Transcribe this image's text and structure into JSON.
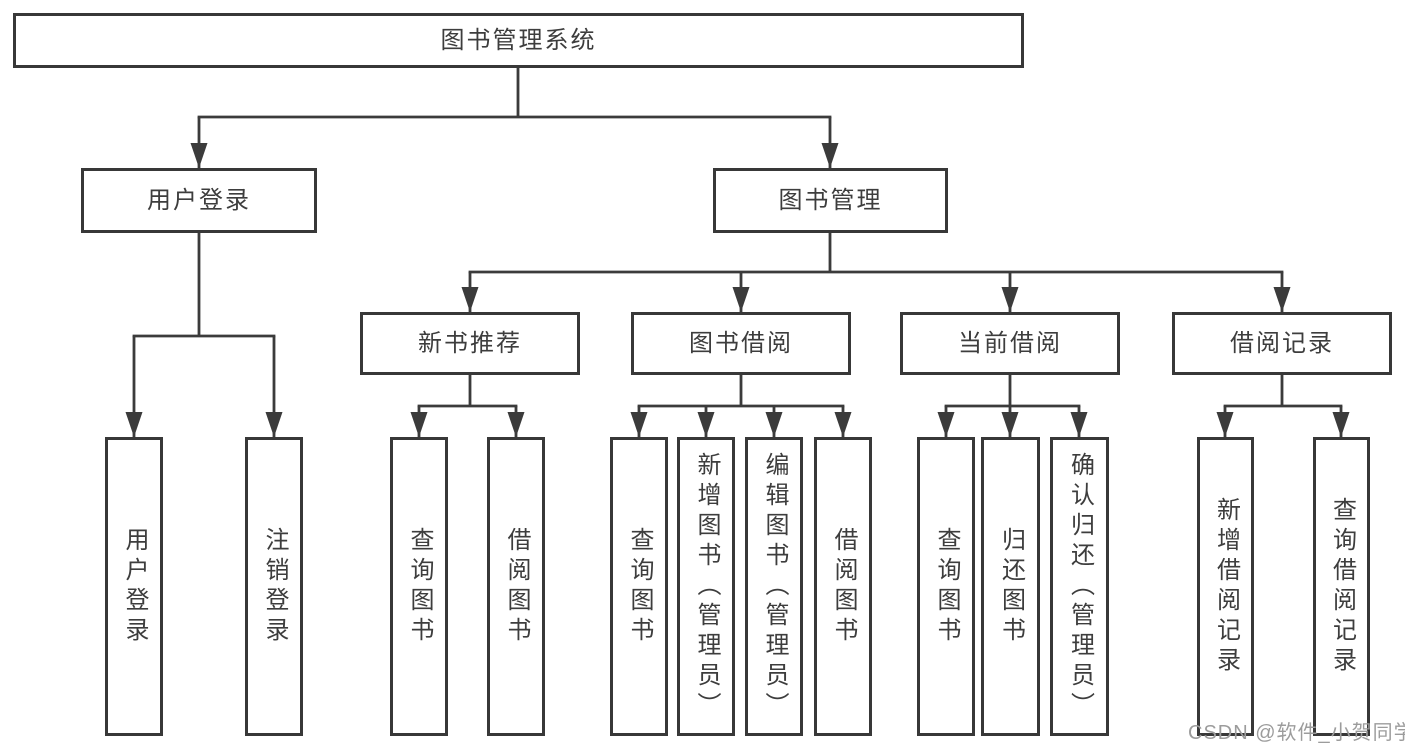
{
  "diagram": {
    "title": "图书管理系统",
    "branches": [
      {
        "label": "用户登录",
        "children": [
          {
            "label": "用户登录"
          },
          {
            "label": "注销登录"
          }
        ]
      },
      {
        "label": "图书管理",
        "children": [
          {
            "label": "新书推荐",
            "children": [
              {
                "label": "查询图书"
              },
              {
                "label": "借阅图书"
              }
            ]
          },
          {
            "label": "图书借阅",
            "children": [
              {
                "label": "查询图书"
              },
              {
                "label": "新增图书（管理员）"
              },
              {
                "label": "编辑图书（管理员）"
              },
              {
                "label": "借阅图书"
              }
            ]
          },
          {
            "label": "当前借阅",
            "children": [
              {
                "label": "查询图书"
              },
              {
                "label": "归还图书"
              },
              {
                "label": "确认归还（管理员）"
              }
            ]
          },
          {
            "label": "借阅记录",
            "children": [
              {
                "label": "新增借阅记录"
              },
              {
                "label": "查询借阅记录"
              }
            ]
          }
        ]
      }
    ]
  },
  "watermark": "CSDN @软件_小贺同学",
  "colors": {
    "line": "#3b3b3b",
    "box_border": "#383838",
    "box_fill": "#ffffff",
    "text": "#3d3d3d",
    "watermark": "#9c9c9c",
    "background": "#ffffff"
  }
}
